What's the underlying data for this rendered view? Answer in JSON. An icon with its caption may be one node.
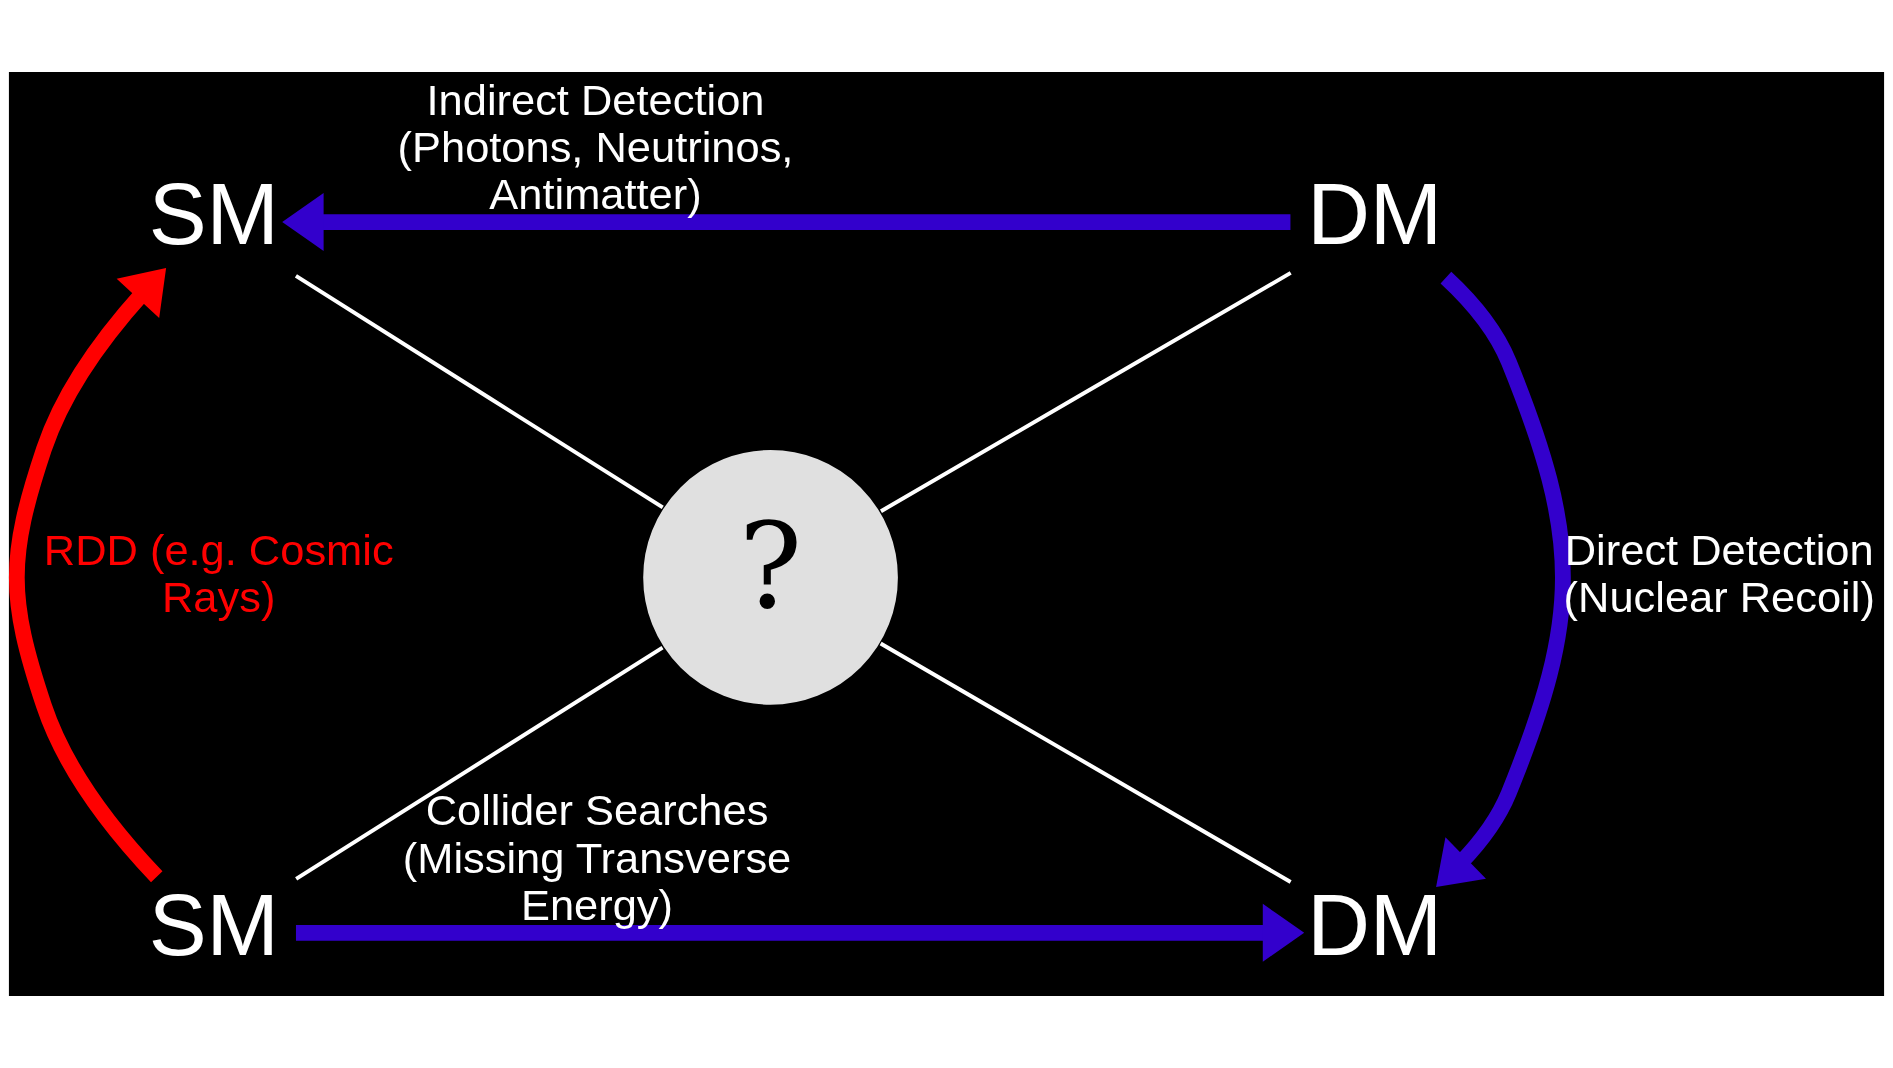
{
  "diagram": {
    "nodes": [
      {
        "text": [
          "SM"
        ]
      },
      {
        "text": [
          "DM"
        ]
      },
      {
        "text": [
          "SM"
        ]
      },
      {
        "text": [
          "DM"
        ]
      },
      {
        "text": [
          "?"
        ]
      }
    ],
    "edges": [
      {
        "from": 0,
        "to": 4,
        "arrow": "none",
        "color": "#ffffff"
      },
      {
        "from": 1,
        "to": 4,
        "arrow": "none",
        "color": "#ffffff"
      },
      {
        "from": 2,
        "to": 4,
        "arrow": "none",
        "color": "#ffffff"
      },
      {
        "from": 3,
        "to": 4,
        "arrow": "none",
        "color": "#ffffff"
      },
      {
        "from": 1,
        "to": 0,
        "arrow": "to",
        "style": "thick",
        "color": "#3300cc",
        "label": "Indirect Detection (Photons, Neutrinos, Antimatter)"
      },
      {
        "from": 1,
        "to": 3,
        "arrow": "to",
        "style": "thick",
        "color": "#3300cc",
        "label": "Direct Detection (Nuclear Recoil)"
      },
      {
        "from": 2,
        "to": 3,
        "arrow": "to",
        "style": "thick",
        "color": "#3300cc",
        "label": "Collider Searches (Missing Transverse Energy)"
      },
      {
        "from": 2,
        "to": 0,
        "arrow": "to",
        "style": "thick",
        "color": "#ff0000",
        "label": "RDD (e.g. Cosmic Rays)"
      }
    ]
  }
}
